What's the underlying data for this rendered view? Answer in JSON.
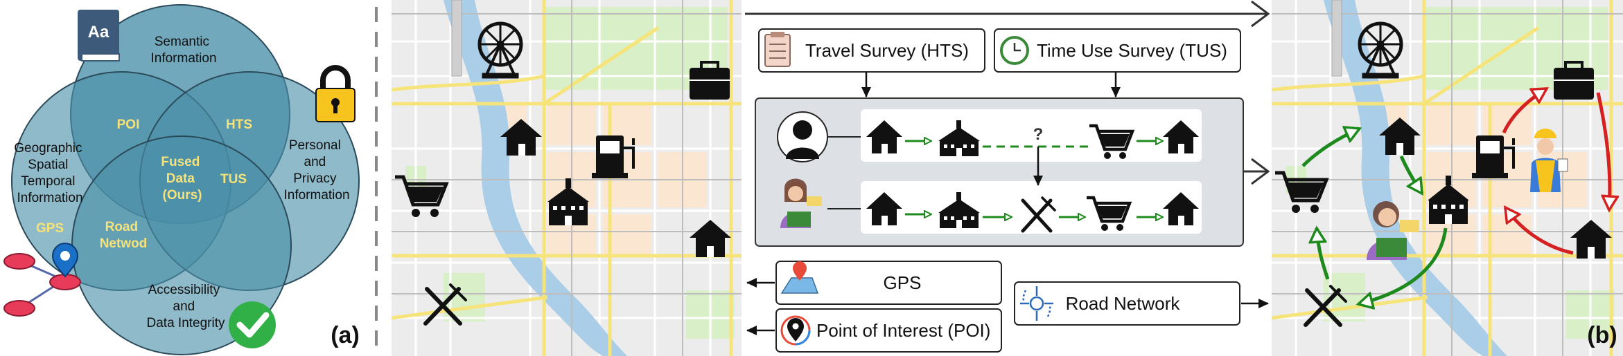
{
  "venn": {
    "semantic": [
      "Semantic",
      "Information"
    ],
    "geo": [
      "Geographic",
      "Spatial",
      "Temporal",
      "Information"
    ],
    "gps": "GPS",
    "personal": [
      "Personal",
      "and",
      "Privacy",
      "Information"
    ],
    "access": [
      "Accessibility",
      "and",
      "Data Integrity"
    ],
    "poi": "POI",
    "hts": "HTS",
    "tus": "TUS",
    "road": [
      "Road",
      "Netwod"
    ],
    "fused": [
      "Fused",
      "Data",
      "(Ours)"
    ],
    "book_label": "Aa"
  },
  "panel_a": "(a)",
  "panel_b": "(b)",
  "center": {
    "hts": "Travel Survey (HTS)",
    "tus": "Time Use Survey (TUS)",
    "question": "?",
    "gps": "GPS",
    "poi": "Point of Interest (POI)",
    "road": "Road Network"
  },
  "colors": {
    "venn_fill": "#4a8fa8",
    "highlight_text": "#f6e27a",
    "green_arrow": "#1e8a1e",
    "red_arrow": "#d42020",
    "map_bg": "#ececec",
    "river": "#aacde8",
    "road_yellow": "#f6e47a"
  }
}
